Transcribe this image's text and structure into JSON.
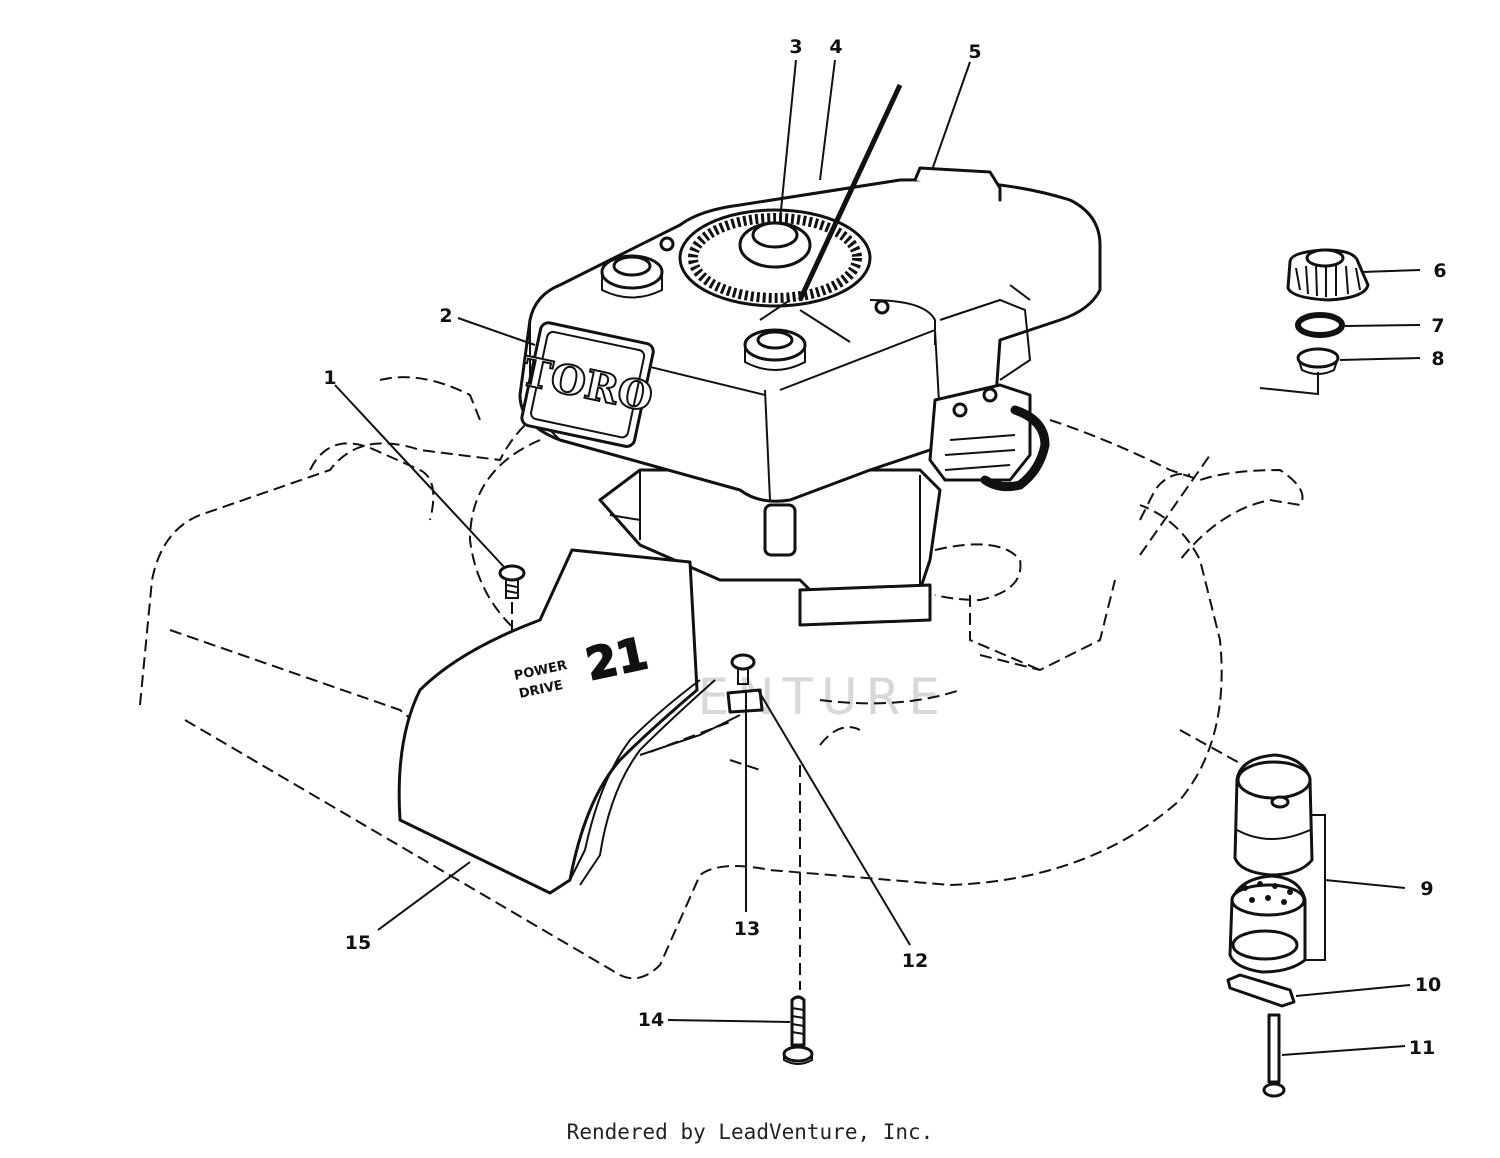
{
  "diagram": {
    "brand_label": "TORO",
    "decal_number": "21",
    "decal_text_1": "POWER",
    "decal_text_2": "DRIVE",
    "watermark": "LEADVENTURE",
    "callouts": [
      "1",
      "2",
      "3",
      "4",
      "5",
      "6",
      "7",
      "8",
      "9",
      "10",
      "11",
      "12",
      "13",
      "14",
      "15"
    ]
  },
  "footer": {
    "text": "Rendered by LeadVenture, Inc."
  }
}
